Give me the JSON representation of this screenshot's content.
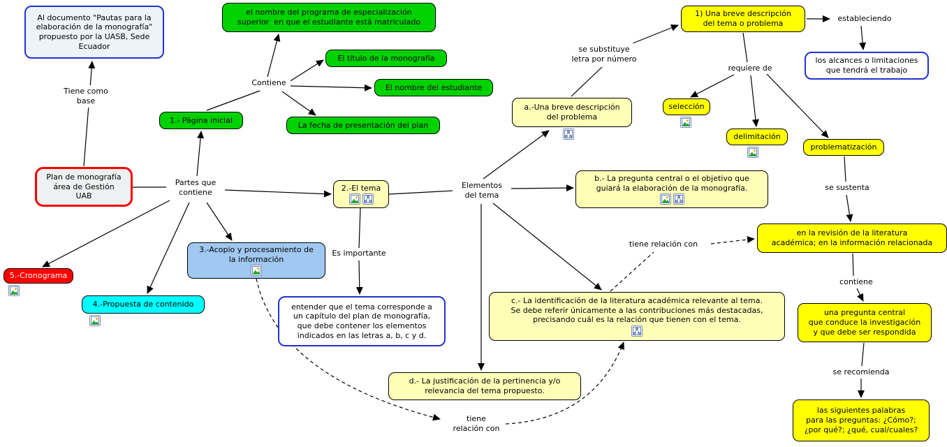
{
  "colors": {
    "green": "#00d200",
    "bright_yellow": "#ffff00",
    "pale_yellow": "#ffffb8",
    "cyan": "#00ffff",
    "red": "#ff0000",
    "light_blue": "#a0c8f0",
    "blue_border": "#2233cc",
    "red_border": "#ff0000"
  },
  "icons": {
    "image_resource": "image-resource-icon",
    "cmap_resource": "cmap-resource-icon"
  },
  "nodes": {
    "al_documento": "Al documento \"Pautas para la\nelaboración de la monografía\"\npropuesto por la UASB, Sede\nEcuador",
    "plan": "Plan de monografía\nárea de Gestión\nUAB",
    "pagina_inicial": "1.- Página inicial",
    "programa": "el nombre del programa de especialización\nsuperior  en que el estudiante está matriculado",
    "titulo": "El título de la monografía",
    "nombre_estudiante": "El nombre del estudiante",
    "fecha": "La fecha de presentación del plan",
    "el_tema": "2.-El tema",
    "entender": "entender que el tema corresponde a\nun capítulo del plan de monografía,\nque debe contener los elementos\nindicados en las letras a, b, c y d.",
    "acopio": "3.-Acopio y procesamiento de\nla información",
    "propuesta": "4.-Propuesta de contenido",
    "cronograma": "5.-Cronograma",
    "a_descripcion": "a.-Una breve descripción\ndel problema",
    "b_pregunta": "b.- La pregunta central o el objetivo que\nguiará la elaboración de la monografía.",
    "c_identificacion": "c.- La identificación de la literatura académica relevante al tema.\nSe debe referir únicamente a las contribuciones más destacadas,\nprecisando cuál es la relación que tienen con el tema.",
    "d_justificacion": "d.- La justificación de la pertinencia y/o\nrelevancia del tema propuesto.",
    "descripcion_1": "1) Una breve descripción\ndel tema o problema",
    "alcances": "los alcances o limitaciones\nque tendrá el trabajo",
    "seleccion": "selección",
    "delimitacion": "delimitación",
    "problematizacion": "problematización",
    "revision": "en la revisión de la literatura\nacadémica; en la información relacionada",
    "pregunta_central": "una pregunta central\nque conduce la investigación\ny que debe ser respondida",
    "palabras": "las siguientes palabras\npara las preguntas: ¿Cómo?;\n¿por qué?; ¿qué, cual/cuales?"
  },
  "links": {
    "tiene_como_base": "Tiene como\nbase",
    "partes_que_contiene": "Partes que\ncontiene",
    "contiene": "Contiene",
    "es_importante": "Es importante",
    "elementos_del_tema": "Elementos\ndel tema",
    "se_substituye": "se substituye\nletra por número",
    "estableciendo": "estableciendo",
    "requiere_de": "requiere de",
    "se_sustenta": "se sustenta",
    "contiene_2": "contiene",
    "se_recomienda": "se recomienda",
    "tiene_relacion_1": "tiene\nrelación con",
    "tiene_relacion_2": "tiene relación con"
  }
}
